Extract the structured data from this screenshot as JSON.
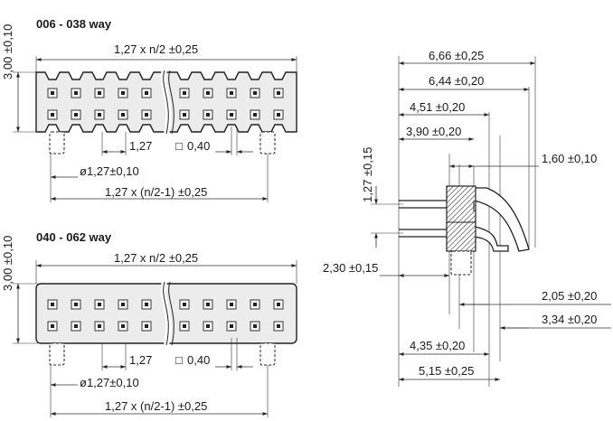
{
  "top_view_a": {
    "title": "006 - 038 way",
    "height": "3,00 ±0,10",
    "length": "1,27 x n/2 ±0,25",
    "pitch": "1,27",
    "pin_square": "0,40",
    "hole": "ø1,27±0,10",
    "span": "1,27 x (n/2-1) ±0,25"
  },
  "top_view_b": {
    "title": "040 - 062 way",
    "height": "3,00 ±0,10",
    "length": "1,27 x n/2 ±0,25",
    "pitch": "1,27",
    "pin_square": "0,40",
    "hole": "ø1,27±0,10",
    "span": "1,27 x (n/2-1) ±0,25"
  },
  "side_view": {
    "d1": "6,66 ±0,25",
    "d2": "6,44 ±0,20",
    "d3": "4,51 ±0,20",
    "d4": "3,90 ±0,20",
    "d5": "1,60 ±0,10",
    "d6": "1,27 ±0,15",
    "d7": "2,30 ±0,15",
    "d8": "2,05 ±0,20",
    "d9": "3,34 ±0,20",
    "d10": "4,35 ±0,20",
    "d11": "5,15 ±0,25"
  },
  "icons": {
    "square": "□"
  }
}
